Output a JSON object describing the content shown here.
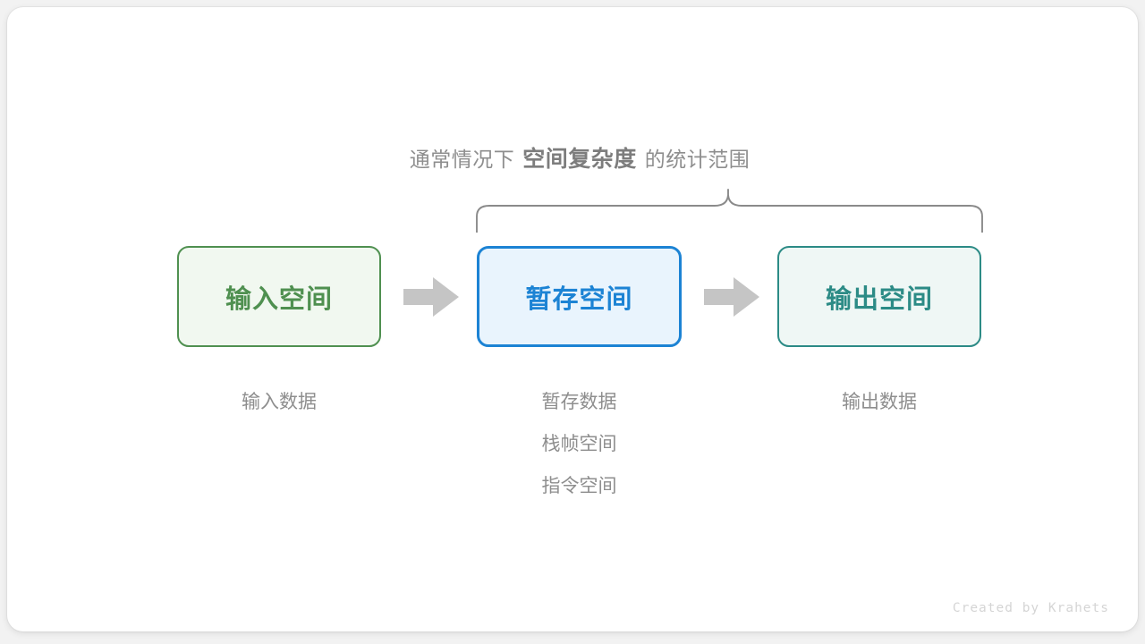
{
  "heading": {
    "prefix": "通常情况下",
    "emphasis": "空间复杂度",
    "suffix": "的统计范围"
  },
  "brace": {
    "label": "scope-brace",
    "color": "#8a8a8a"
  },
  "boxes": [
    {
      "id": "input-space",
      "label": "输入空间",
      "fill": "#f1f8f0",
      "border": "#4f9050",
      "text_color": "#4f9050"
    },
    {
      "id": "temp-space",
      "label": "暂存空间",
      "fill": "#e9f4fd",
      "border": "#1c83d4",
      "text_color": "#1c83d4"
    },
    {
      "id": "output-space",
      "label": "输出空间",
      "fill": "#eff7f5",
      "border": "#2c8b86",
      "text_color": "#2c8b86"
    }
  ],
  "arrows": [
    {
      "id": "arrow-input-to-temp",
      "icon": "right-arrow-icon",
      "color": "#c5c5c5"
    },
    {
      "id": "arrow-temp-to-output",
      "icon": "right-arrow-icon",
      "color": "#c5c5c5"
    }
  ],
  "captions": {
    "input": "输入数据",
    "temp_line_1": "暂存数据",
    "temp_line_2": "栈帧空间",
    "temp_line_3": "指令空间",
    "output": "输出数据"
  },
  "watermark": "Created by Krahets"
}
